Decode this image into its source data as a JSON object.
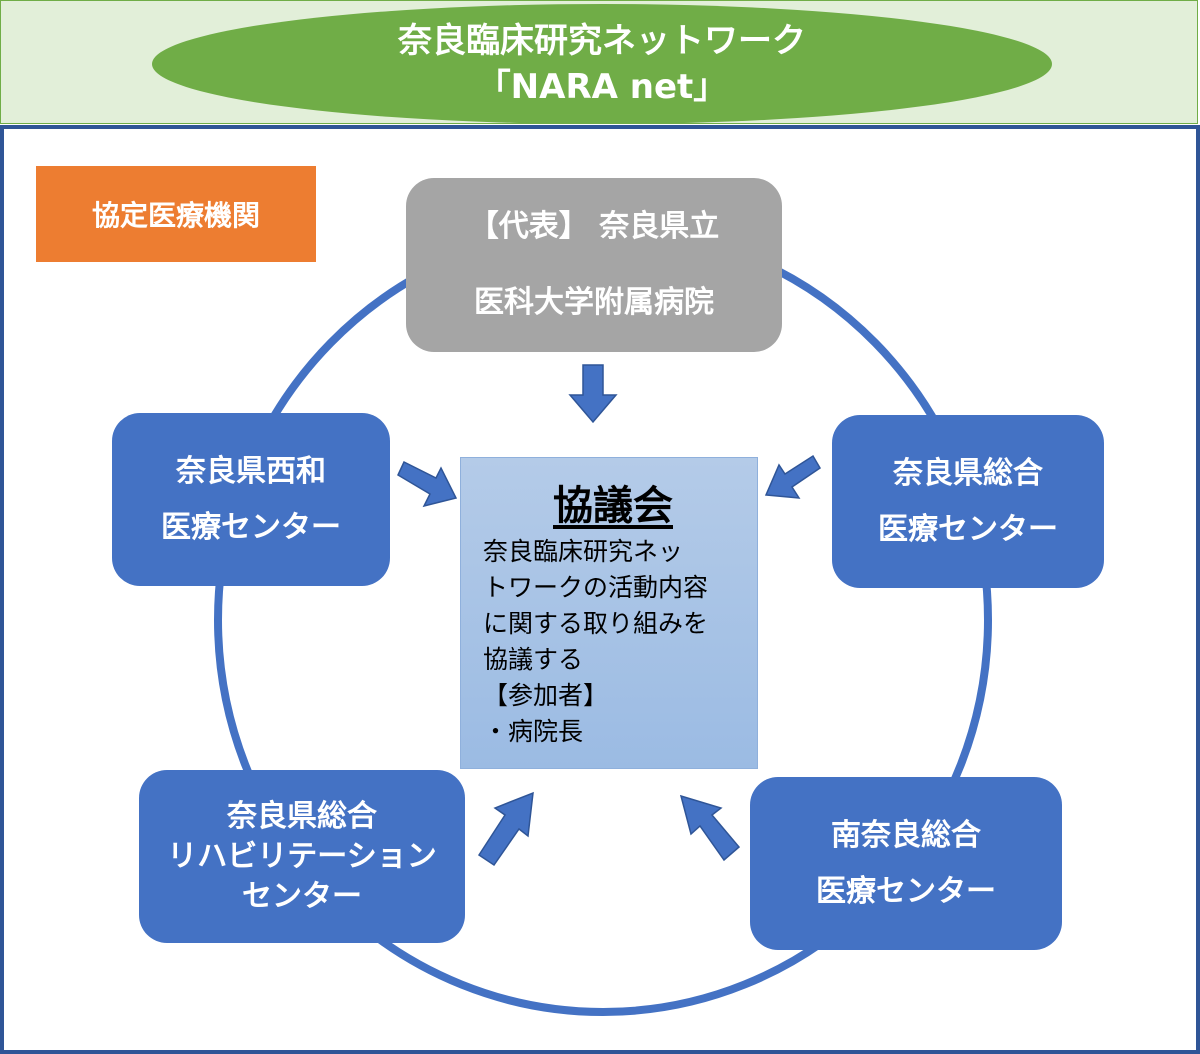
{
  "header": {
    "title_line1": "奈良臨床研究ネットワーク",
    "title_line2": "「NARA net」"
  },
  "badge": {
    "label": "協定医療機関"
  },
  "nodes": {
    "representative": {
      "line1": "【代表】 奈良県立",
      "line2": "医科大学附属病院"
    },
    "seiwa": {
      "line1": "奈良県西和",
      "line2": "医療センター"
    },
    "sogo": {
      "line1": "奈良県総合",
      "line2": "医療センター"
    },
    "rehab": {
      "line1": "奈良県総合",
      "line2": "リハビリテーション",
      "line3": "センター"
    },
    "minami": {
      "line1": "南奈良総合",
      "line2": "医療センター"
    }
  },
  "council": {
    "title": "協議会",
    "lines": [
      "奈良臨床研究ネッ",
      "トワークの活動内容",
      "に関する取り組みを",
      "協議する",
      "【参加者】",
      "・病院長"
    ]
  },
  "colors": {
    "header_bg": "#e2efd9",
    "title_green": "#70ad47",
    "badge_orange": "#ed7d31",
    "representative_gray": "#a5a5a5",
    "node_blue": "#4472c4",
    "frame_navy": "#2f5597"
  }
}
